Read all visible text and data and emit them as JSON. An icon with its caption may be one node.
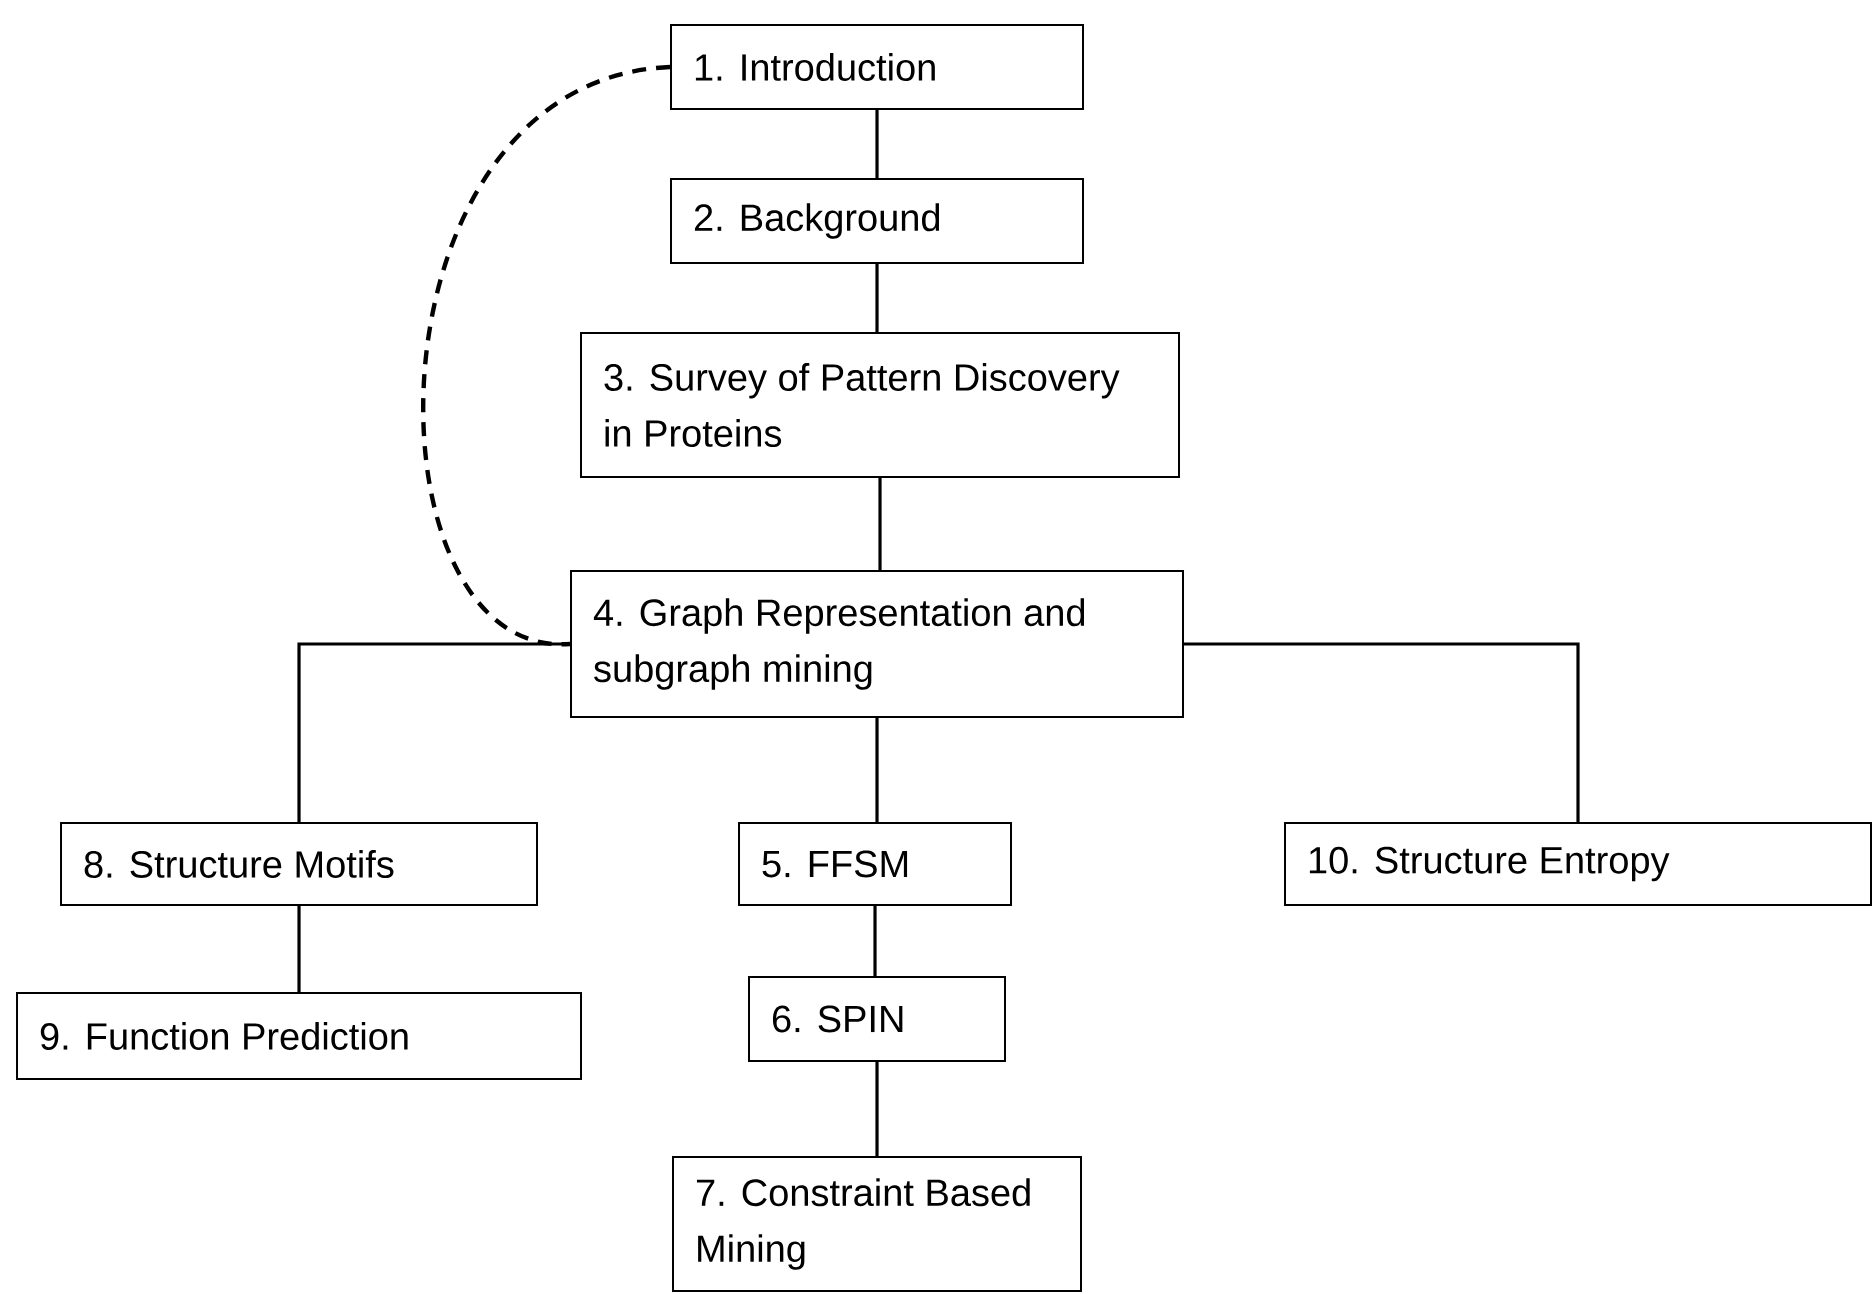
{
  "diagram": {
    "nodes": [
      {
        "text": [
          "1. Introduction"
        ]
      },
      {
        "text": [
          "2. Background"
        ]
      },
      {
        "text": [
          "3. Survey of Pattern Discovery in Proteins"
        ]
      },
      {
        "text": [
          "4. Graph Representation and subgraph mining"
        ]
      },
      {
        "text": [
          "8. Structure Motifs"
        ]
      },
      {
        "text": [
          "5. FFSM"
        ]
      },
      {
        "text": [
          "10. Structure Entropy"
        ]
      },
      {
        "text": [
          "9. Function Prediction"
        ]
      },
      {
        "text": [
          "6. SPIN"
        ]
      },
      {
        "text": [
          "7. Constraint Based Mining"
        ]
      }
    ],
    "edges": [
      {
        "from": 0,
        "to": 1,
        "arrow": "none"
      },
      {
        "from": 1,
        "to": 2,
        "arrow": "none"
      },
      {
        "from": 2,
        "to": 3,
        "arrow": "none"
      },
      {
        "from": 0,
        "to": 3,
        "arrow": "none",
        "style": "dashed"
      },
      {
        "from": 3,
        "to": 4,
        "arrow": "none"
      },
      {
        "from": 3,
        "to": 5,
        "arrow": "none"
      },
      {
        "from": 3,
        "to": 6,
        "arrow": "none"
      },
      {
        "from": 4,
        "to": 7,
        "arrow": "none"
      },
      {
        "from": 5,
        "to": 8,
        "arrow": "none"
      },
      {
        "from": 8,
        "to": 9,
        "arrow": "none"
      }
    ]
  }
}
